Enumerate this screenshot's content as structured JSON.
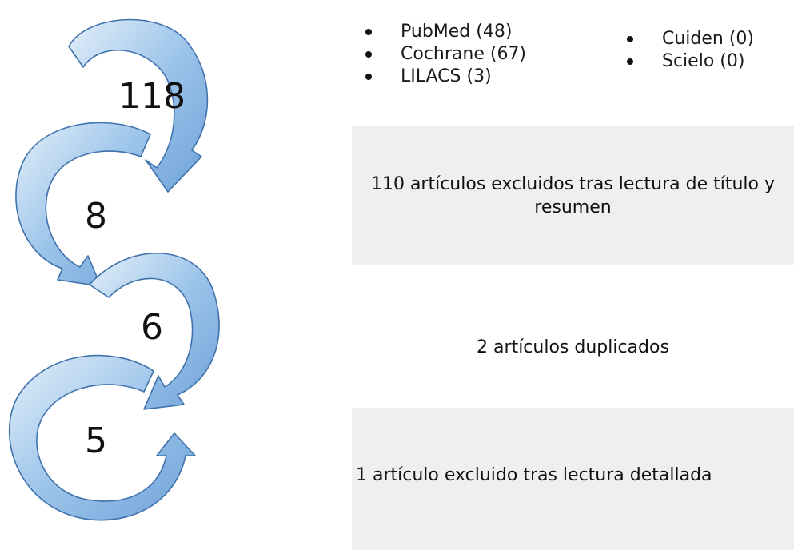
{
  "counts": {
    "initial": "118",
    "after_screening": "8",
    "after_duplicates": "6",
    "final": "5"
  },
  "sources": {
    "column1": [
      "PubMed (48)",
      "Cochrane (67)",
      "LILACS (3)"
    ],
    "column2": [
      "Cuiden (0)",
      "Scielo (0)"
    ]
  },
  "steps": {
    "title_abstract_excluded": "110 artículos excluidos tras lectura de título y resumen",
    "duplicates": "2 artículos duplicados",
    "detailed_reading_excluded": "1 artículo excluido tras lectura detallada"
  },
  "colors": {
    "arrow_fill": "#9cc4ea",
    "arrow_light": "#e3eff9",
    "arrow_stroke": "#3f72ad",
    "box_background": "#efefef"
  }
}
